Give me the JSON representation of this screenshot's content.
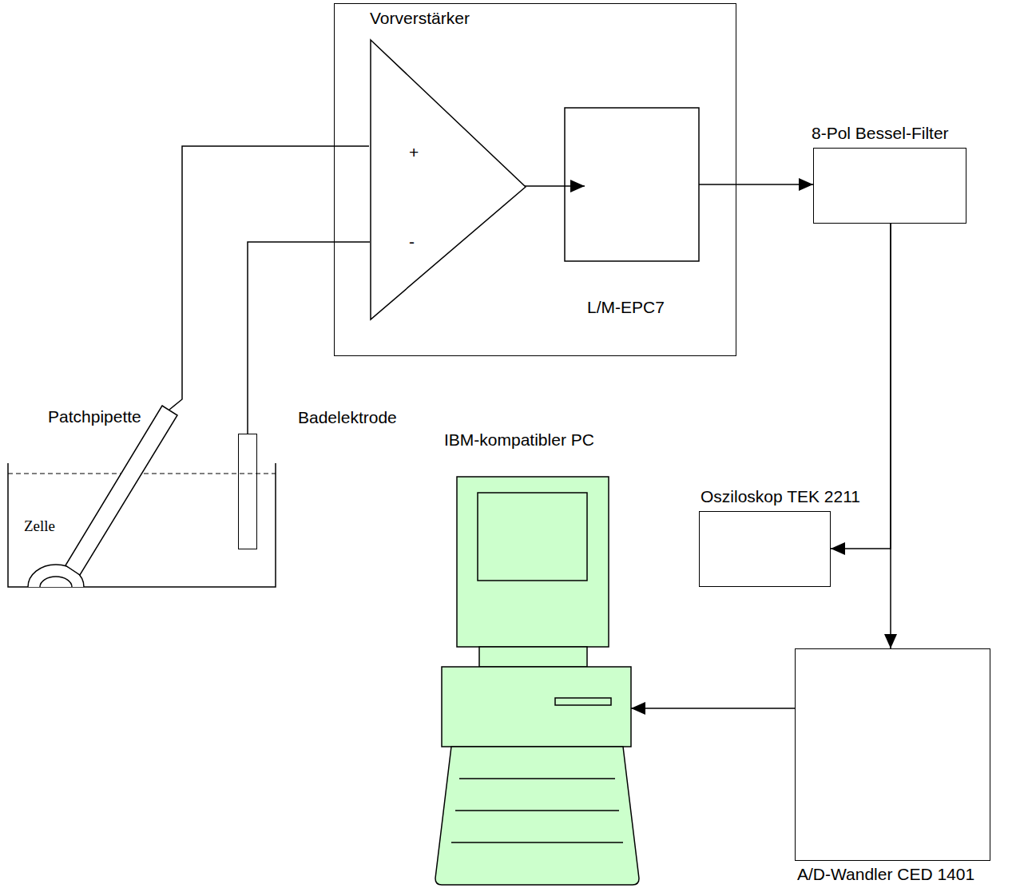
{
  "diagram": {
    "nodes": [
      {
        "text": [
          "Vorverstärker",
          "L/M-EPC7"
        ]
      },
      {
        "text": [
          "+",
          "-"
        ],
        "in": 0
      },
      {
        "text": [
          "8-Pol Bessel-Filter"
        ]
      },
      {
        "text": [
          "Osziloskop TEK 2211"
        ]
      },
      {
        "text": [
          "A/D-Wandler CED 1401"
        ]
      },
      {
        "text": [
          "IBM-kompatibler PC"
        ]
      },
      {
        "text": [
          "Badelektrode"
        ]
      }
    ],
    "edges": [
      {
        "from": 0,
        "to": 2,
        "arrow": "to"
      },
      {
        "from": 2,
        "to": 4,
        "arrow": "to"
      },
      {
        "from": 2,
        "to": 3,
        "arrow": "to"
      },
      {
        "from": 4,
        "to": 5,
        "arrow": "to"
      },
      {
        "from": 1,
        "to": 6,
        "arrow": "none"
      }
    ],
    "labels": [
      "Patchpipette",
      "Zelle"
    ]
  }
}
